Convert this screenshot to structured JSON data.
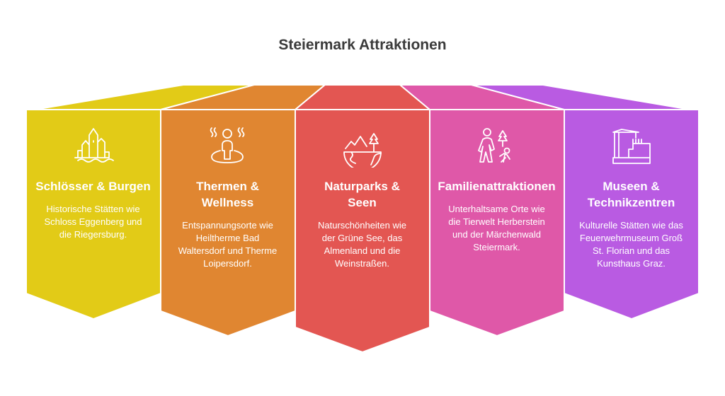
{
  "title": "Steiermark Attraktionen",
  "colors": {
    "yellow": "#E2CB17",
    "orange": "#E08631",
    "red": "#E35652",
    "pink": "#DF58A8",
    "purple": "#B95BE2"
  },
  "columns": [
    {
      "title": "Schlösser & Burgen",
      "description": "Historische Stätten wie Schloss Eggenberg und die Riegersburg.",
      "icon": "castle-icon"
    },
    {
      "title": "Thermen & Wellness",
      "description": "Entspannungsorte wie Heiltherme Bad Waltersdorf und Therme Loipersdorf.",
      "icon": "spa-person-icon"
    },
    {
      "title": "Naturparks & Seen",
      "description": "Naturschönheiten wie der Grüne See, das Almenland und die Weinstraßen.",
      "icon": "nature-landscape-icon"
    },
    {
      "title": "Familienattraktionen",
      "description": "Unterhaltsame Orte wie die Tierwelt Herberstein und der Märchenwald Steiermark.",
      "icon": "family-hiking-icon"
    },
    {
      "title": "Museen & Technikzentren",
      "description": "Kulturelle Stätten wie das Feuerwehrmuseum Groß St. Florian und das Kunsthaus Graz.",
      "icon": "museum-crane-icon"
    }
  ]
}
